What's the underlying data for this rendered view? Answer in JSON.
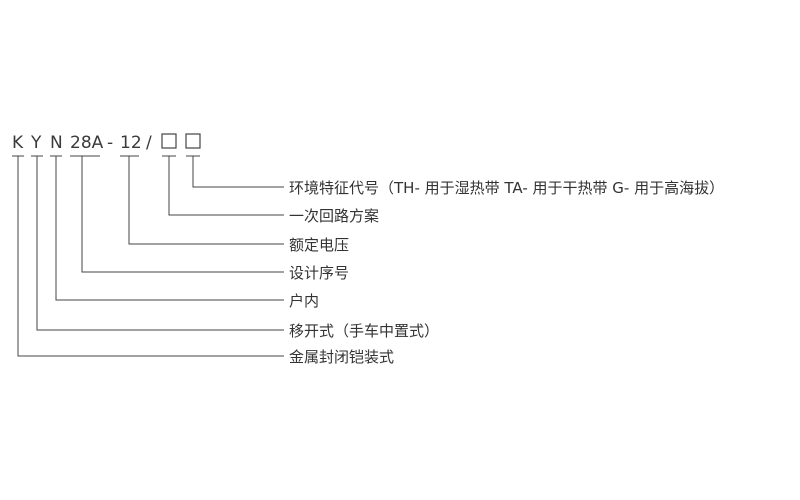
{
  "model_code": {
    "parts": [
      "K",
      "Y",
      "N",
      "28A",
      "-",
      "12",
      "/"
    ],
    "placeholder_boxes": 2
  },
  "legend": [
    "环境特征代号（TH- 用于湿热带 TA- 用于干热带 G- 用于高海拔）",
    "一次回路方案",
    "额定电压",
    "设计序号",
    "户内",
    "移开式（手车中置式）",
    "金属封闭铠装式"
  ]
}
